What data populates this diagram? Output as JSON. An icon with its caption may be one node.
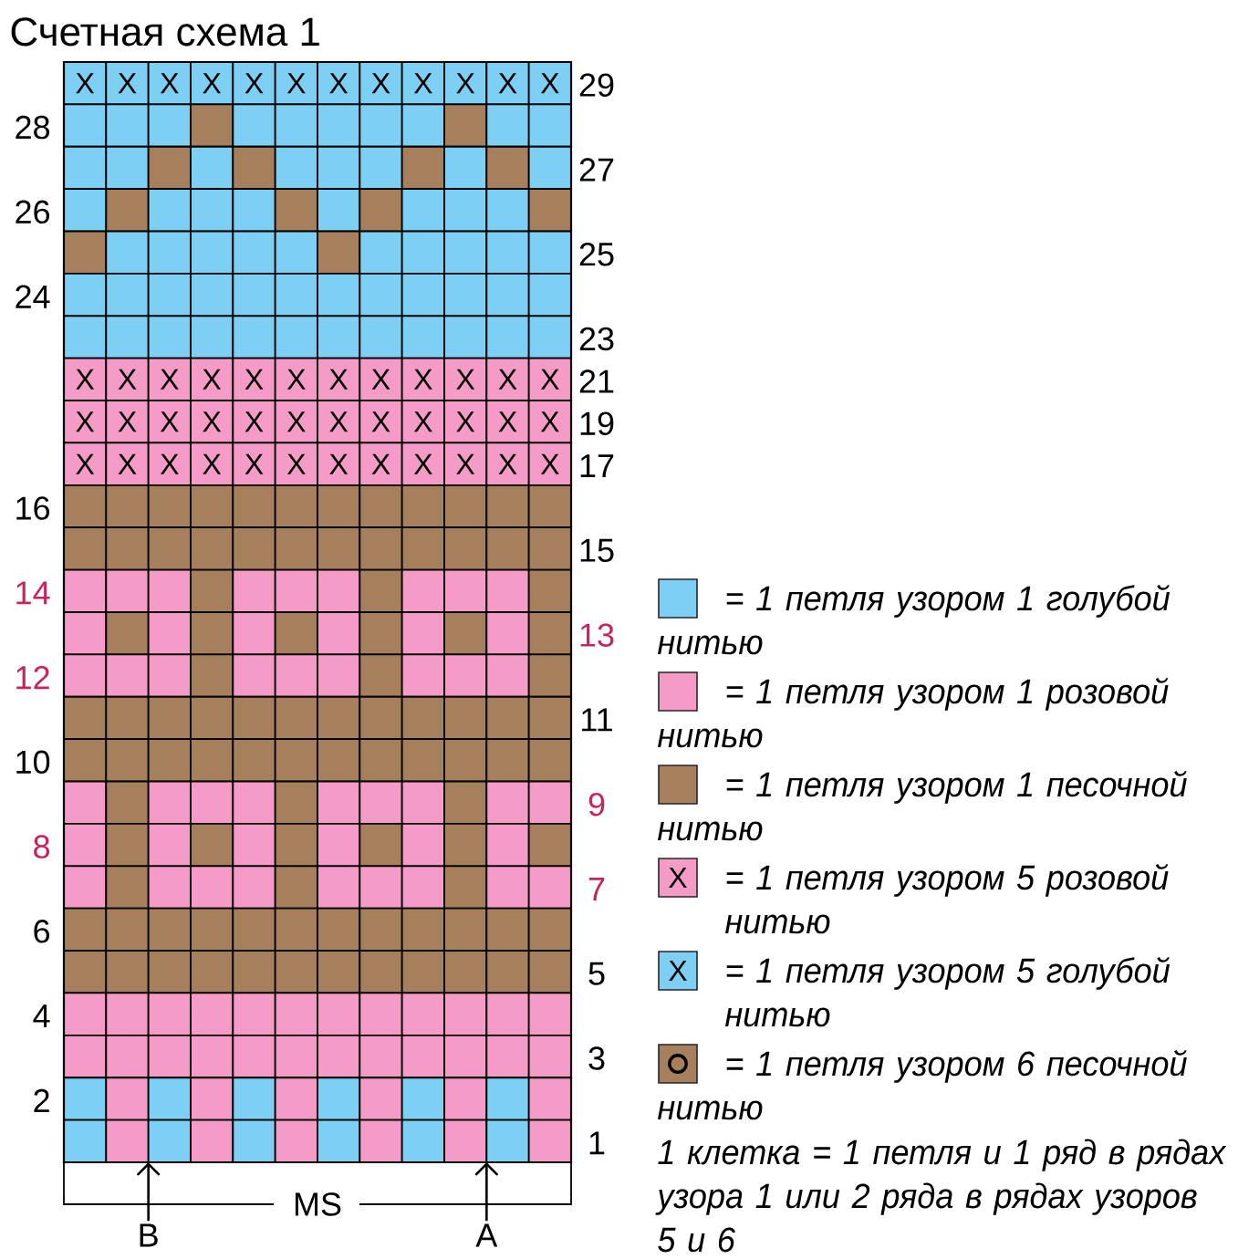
{
  "diagram": {
    "title": "Счетная схема 1",
    "nodes": [
      {
        "text": [],
        "shape": "box",
        "beside": [
          "29",
          "28",
          "27",
          "26",
          "25",
          "24",
          "23",
          "21",
          "19",
          "17",
          "16",
          "15",
          "14",
          "13",
          "12",
          "11",
          "10",
          "9",
          "8",
          "7",
          "6",
          "5",
          "4",
          "3",
          "2",
          "1"
        ]
      },
      {
        "text": [
          "B"
        ]
      },
      {
        "text": [
          "A"
        ]
      }
    ],
    "edges": [
      {
        "from": 1,
        "to": 0,
        "arrow": "to"
      },
      {
        "from": 2,
        "to": 0,
        "arrow": "to"
      }
    ],
    "labels": [
      "X",
      "X",
      "X",
      "X",
      "X",
      "X",
      "X",
      "X",
      "X",
      "X",
      "X",
      "X",
      "X",
      "X",
      "X",
      "X",
      "X",
      "X",
      "X",
      "X",
      "X",
      "X",
      "X",
      "X",
      "X",
      "X",
      "X",
      "X",
      "X",
      "X",
      "X",
      "X",
      "X",
      "X",
      "X",
      "X",
      "X",
      "X",
      "X",
      "X",
      "X",
      "X",
      "X",
      "X",
      "X",
      "X",
      "X",
      "X",
      "MS",
      "X",
      "X",
      "1 клетка = 1 петля и 1 ряд в рядах узора 1 или 2 ряда в рядах узоров 5 и 6"
    ],
    "legend": [
      {
        "text": "= 1 петля узором 1 голубой нитью",
        "color": "#7dcff4"
      },
      {
        "text": "= 1 петля узором 1 розовой нитью",
        "color": "#f49bc7"
      },
      {
        "text": "= 1 петля узором 1 песочной нитью",
        "color": "#a67f5d"
      },
      {
        "text": "= 1 петля узором 5 розовой нитью",
        "color": "#f49bc7"
      },
      {
        "text": "= 1 петля узором 5 голубой нитью",
        "color": "#7dcff4"
      },
      {
        "text": "= 1 петля узором 6 песочной нитью",
        "color": "#a67f5d"
      }
    ]
  }
}
